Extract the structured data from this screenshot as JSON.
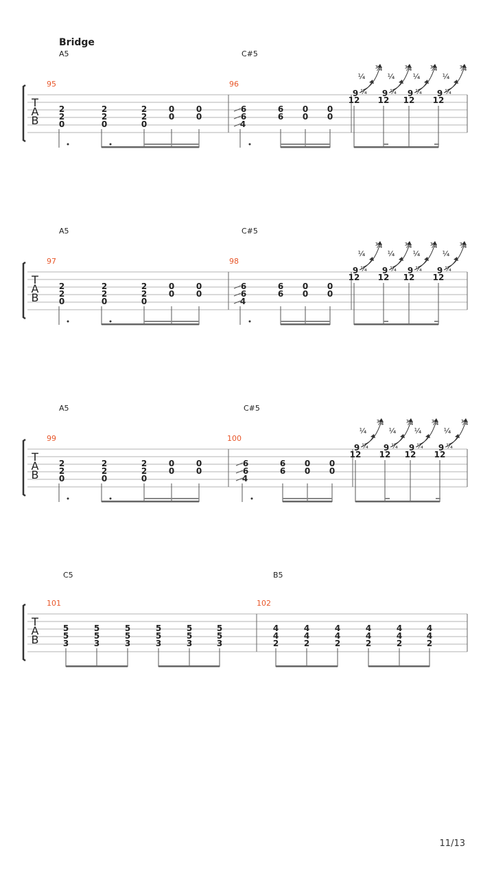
{
  "section": "Bridge",
  "page_number": "11/13",
  "tab_clef": [
    "T",
    "A",
    "B"
  ],
  "systems": [
    {
      "measures": [
        {
          "number": "95",
          "chord": "A5",
          "notes": [
            {
              "frets": [
                "2",
                "2",
                "0"
              ],
              "strings": [
                0,
                1,
                2
              ]
            },
            {
              "frets": [
                "2",
                "2",
                "0"
              ],
              "strings": [
                0,
                1,
                2
              ]
            },
            {
              "frets": [
                "2",
                "2",
                "0"
              ],
              "strings": [
                0,
                1,
                2
              ]
            },
            {
              "frets": [
                "0",
                "0"
              ],
              "strings": [
                0,
                1
              ]
            },
            {
              "frets": [
                "0",
                "0"
              ],
              "strings": [
                0,
                1
              ]
            }
          ]
        },
        {
          "number": "96",
          "chord": "C#5",
          "notes": [
            {
              "frets": [
                "6",
                "6",
                "4"
              ],
              "strings": [
                0,
                1,
                2
              ],
              "slide_in": true
            },
            {
              "frets": [
                "6",
                "6"
              ],
              "strings": [
                0,
                1
              ]
            },
            {
              "frets": [
                "0",
                "0"
              ],
              "strings": [
                0,
                1
              ]
            },
            {
              "frets": [
                "0",
                "0"
              ],
              "strings": [
                0,
                1
              ]
            }
          ],
          "bend_group": {
            "frets_high": "9",
            "frets_low": "12",
            "bends": [
              "¼",
              "¾",
              "¼",
              "¾",
              "¼",
              "¾",
              "¼",
              "¾"
            ]
          }
        }
      ]
    },
    {
      "measures": [
        {
          "number": "97",
          "chord": "A5"
        },
        {
          "number": "98",
          "chord": "C#5"
        }
      ]
    },
    {
      "measures": [
        {
          "number": "99",
          "chord": "A5"
        },
        {
          "number": "100",
          "chord": "C#5"
        }
      ]
    },
    {
      "measures": [
        {
          "number": "101",
          "chord": "C5",
          "notes": [
            {
              "frets": [
                "5",
                "5",
                "3"
              ]
            },
            {
              "frets": [
                "5",
                "5",
                "3"
              ]
            },
            {
              "frets": [
                "5",
                "5",
                "3"
              ]
            },
            {
              "frets": [
                "5",
                "5",
                "3"
              ]
            },
            {
              "frets": [
                "5",
                "5",
                "3"
              ]
            },
            {
              "frets": [
                "5",
                "5",
                "3"
              ]
            }
          ]
        },
        {
          "number": "102",
          "chord": "B5",
          "notes": [
            {
              "frets": [
                "4",
                "4",
                "2"
              ]
            },
            {
              "frets": [
                "4",
                "4",
                "2"
              ]
            },
            {
              "frets": [
                "4",
                "4",
                "2"
              ]
            },
            {
              "frets": [
                "4",
                "4",
                "2"
              ]
            },
            {
              "frets": [
                "4",
                "4",
                "2"
              ]
            },
            {
              "frets": [
                "4",
                "4",
                "2"
              ]
            }
          ]
        }
      ]
    }
  ],
  "colors": {
    "measure_number": "#e8572a",
    "staff_line": "#9a9a9a",
    "text": "#222222"
  }
}
